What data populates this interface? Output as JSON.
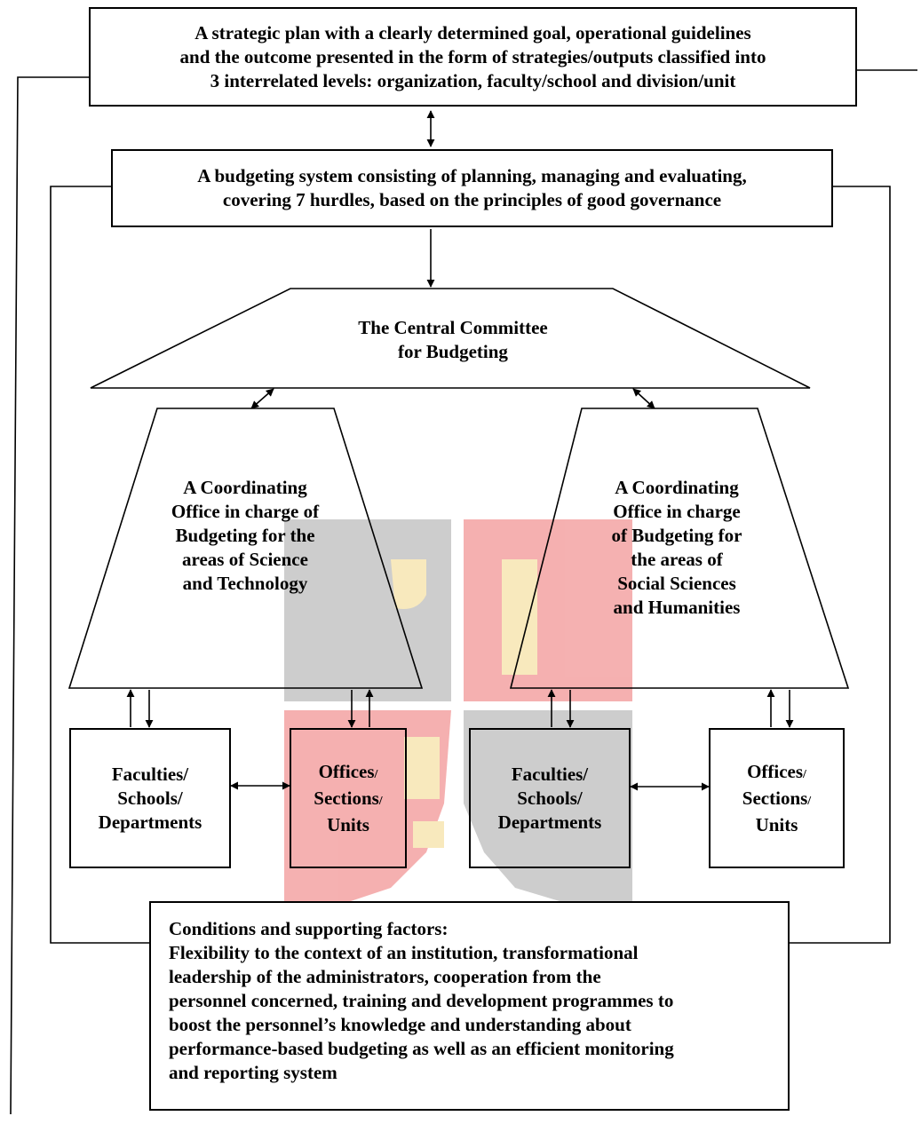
{
  "strategic_plan": {
    "line1": "A strategic plan with a clearly determined goal, operational guidelines",
    "line2": "and the outcome presented in the form of strategies/outputs classified into",
    "line3": "3 interrelated levels: organization, faculty/school and division/unit"
  },
  "budgeting_system": {
    "line1": "A budgeting system consisting of planning, managing and evaluating,",
    "line2": "covering 7 hurdles, based on the principles of good governance"
  },
  "central_committee": {
    "line1": "The Central Committee",
    "line2": "for  Budgeting"
  },
  "office_science": {
    "line1": "A Coordinating",
    "line2": "Office in charge of",
    "line3": "Budgeting for the",
    "line4": "areas of Science",
    "line5": "and Technology"
  },
  "office_social": {
    "line1": "A Coordinating",
    "line2": "Office in charge",
    "line3": "of Budgeting for",
    "line4": "the areas of",
    "line5": "Social Sciences",
    "line6": "and Humanities"
  },
  "faculties_left": {
    "line1": "Faculties/",
    "line2": "Schools/",
    "line3": "Departments"
  },
  "offices_left": {
    "word1": "Offices",
    "slash1": "/",
    "word2": "Sections",
    "slash2": "/",
    "word3": "Units"
  },
  "faculties_right": {
    "line1": "Faculties/",
    "line2": "Schools/",
    "line3": "Departments"
  },
  "offices_right": {
    "word1": "Offices",
    "slash1": "/",
    "word2": "Sections",
    "slash2": "/",
    "word3": "Units"
  },
  "conditions": {
    "heading": "Conditions and supporting factors:",
    "line1": "Flexibility to the context of an institution, transformational",
    "line2": "leadership of the administrators, cooperation from the",
    "line3": "personnel concerned, training and development programmes to",
    "line4": "boost the personnel’s knowledge and understanding about",
    "line5": "performance-based budgeting as well as an efficient monitoring",
    "line6": "and reporting system"
  },
  "colors": {
    "line": "#000000",
    "watermark_gray": "#c8c8c8",
    "watermark_red": "#f4a8a8",
    "watermark_yellow": "#f8e7b6"
  }
}
